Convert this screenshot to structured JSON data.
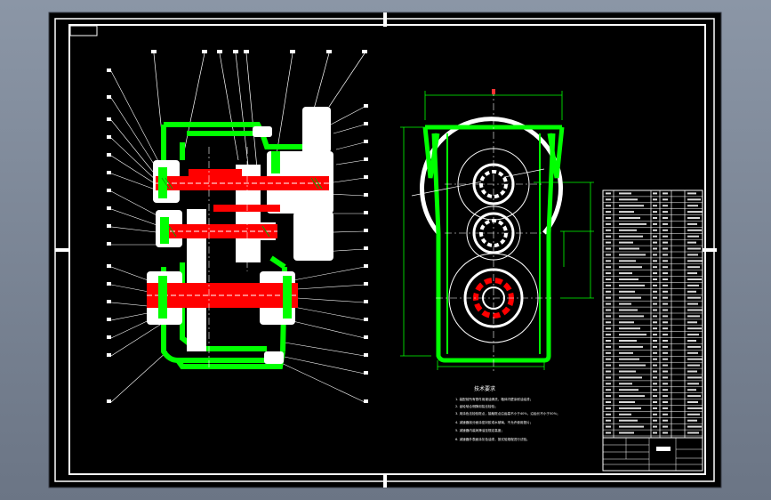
{
  "drawing": {
    "title_block_label": "",
    "technical_requirements": {
      "heading": "技术要求",
      "items": [
        "1. 装配前所有零件用煤油清洗，箱体内壁涂耐油油漆；",
        "2. 齿轮啮合侧隙用铅丝检验；",
        "3. 用涂色法检验斑点，接触斑点沿齿高不小于40%，沿齿长不小于50%；",
        "4. 减速器剖分面涂密封胶或水玻璃，不允许使用垫片；",
        "5. 减速器内装润滑油至规定高度；",
        "6. 减速器外表面涂灰色油漆，按试验规程进行试验。"
      ]
    }
  },
  "colors": {
    "background": "#000000",
    "frame": "#ffffff",
    "housing": "#00ff00",
    "shaft": "#ff0000",
    "outer": "#8b96a6"
  }
}
